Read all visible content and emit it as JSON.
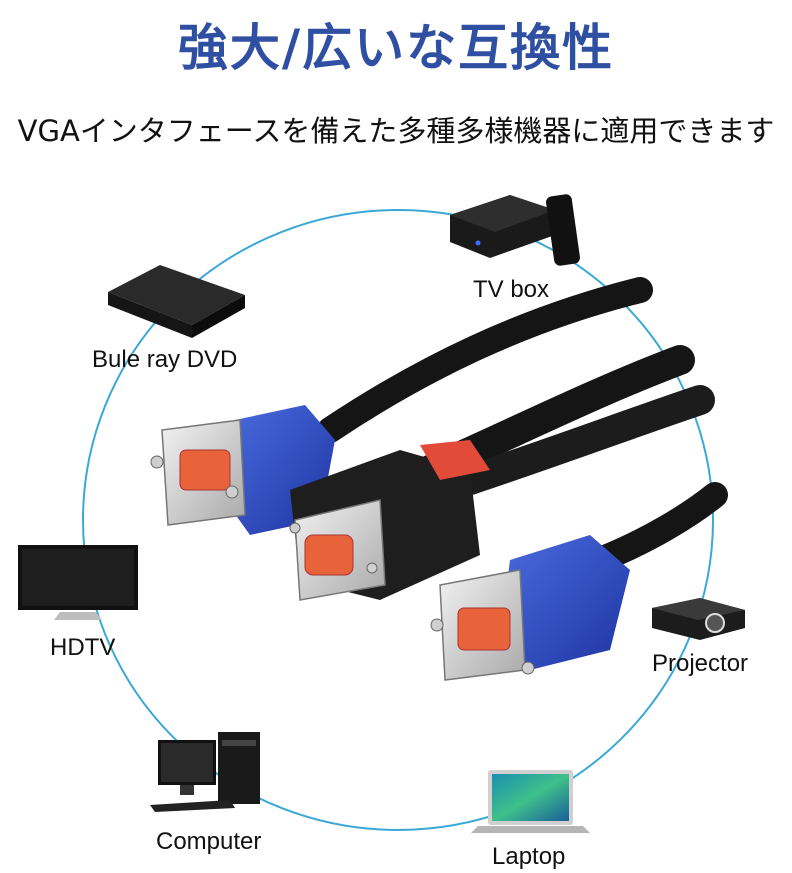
{
  "heading": "強大/広いな互換性",
  "subheading": "VGAインタフェースを備えた多種多様機器に適用できます",
  "devices": {
    "tv_box": "TV box",
    "bluray_dvd": "Bule ray DVD",
    "hdtv": "HDTV",
    "projector": "Projector",
    "computer": "Computer",
    "laptop": "Laptop"
  },
  "colors": {
    "heading": "#2f4fa3",
    "circle": "#3aa9d6",
    "connector_blue": "#2f4fc4",
    "cable": "#151515"
  }
}
